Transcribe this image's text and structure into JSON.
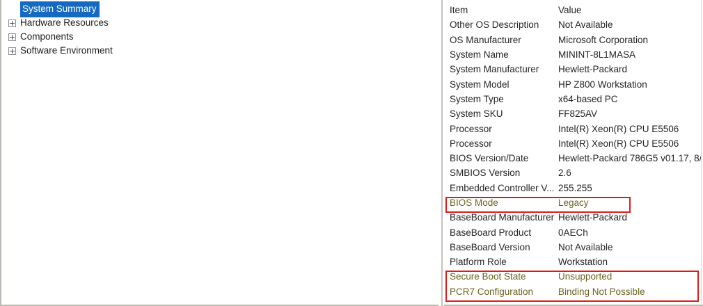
{
  "tree": {
    "items": [
      {
        "label": "System Summary",
        "selected": true,
        "expandable": false
      },
      {
        "label": "Hardware Resources",
        "selected": false,
        "expandable": true
      },
      {
        "label": "Components",
        "selected": false,
        "expandable": true
      },
      {
        "label": "Software Environment",
        "selected": false,
        "expandable": true
      }
    ]
  },
  "details": {
    "columns": {
      "item": "Item",
      "value": "Value"
    },
    "rows": [
      {
        "item": "Other OS Description",
        "value": "Not Available",
        "flagged": false
      },
      {
        "item": "OS Manufacturer",
        "value": "Microsoft Corporation",
        "flagged": false
      },
      {
        "item": "System Name",
        "value": "MININT-8L1MASA",
        "flagged": false
      },
      {
        "item": "System Manufacturer",
        "value": "Hewlett-Packard",
        "flagged": false
      },
      {
        "item": "System Model",
        "value": "HP Z800 Workstation",
        "flagged": false
      },
      {
        "item": "System Type",
        "value": "x64-based PC",
        "flagged": false
      },
      {
        "item": "System SKU",
        "value": "FF825AV",
        "flagged": false
      },
      {
        "item": "Processor",
        "value": "Intel(R) Xeon(R) CPU          E5506",
        "flagged": false
      },
      {
        "item": "Processor",
        "value": "Intel(R) Xeon(R) CPU          E5506",
        "flagged": false
      },
      {
        "item": "BIOS Version/Date",
        "value": "Hewlett-Packard 786G5 v01.17, 8/",
        "flagged": false
      },
      {
        "item": "SMBIOS Version",
        "value": "2.6",
        "flagged": false
      },
      {
        "item": "Embedded Controller V...",
        "value": "255.255",
        "flagged": false
      },
      {
        "item": "BIOS Mode",
        "value": "Legacy",
        "flagged": true
      },
      {
        "item": "BaseBoard Manufacturer",
        "value": "Hewlett-Packard",
        "flagged": false
      },
      {
        "item": "BaseBoard Product",
        "value": "0AECh",
        "flagged": false
      },
      {
        "item": "BaseBoard Version",
        "value": "Not Available",
        "flagged": false
      },
      {
        "item": "Platform Role",
        "value": "Workstation",
        "flagged": false
      },
      {
        "item": "Secure Boot State",
        "value": "Unsupported",
        "flagged": true
      },
      {
        "item": "PCR7 Configuration",
        "value": "Binding Not Possible",
        "flagged": true
      }
    ]
  },
  "annotations": {
    "color": "#e01b1b",
    "boxes": [
      {
        "name": "bios-mode-highlight"
      },
      {
        "name": "secure-boot-highlight"
      }
    ]
  }
}
